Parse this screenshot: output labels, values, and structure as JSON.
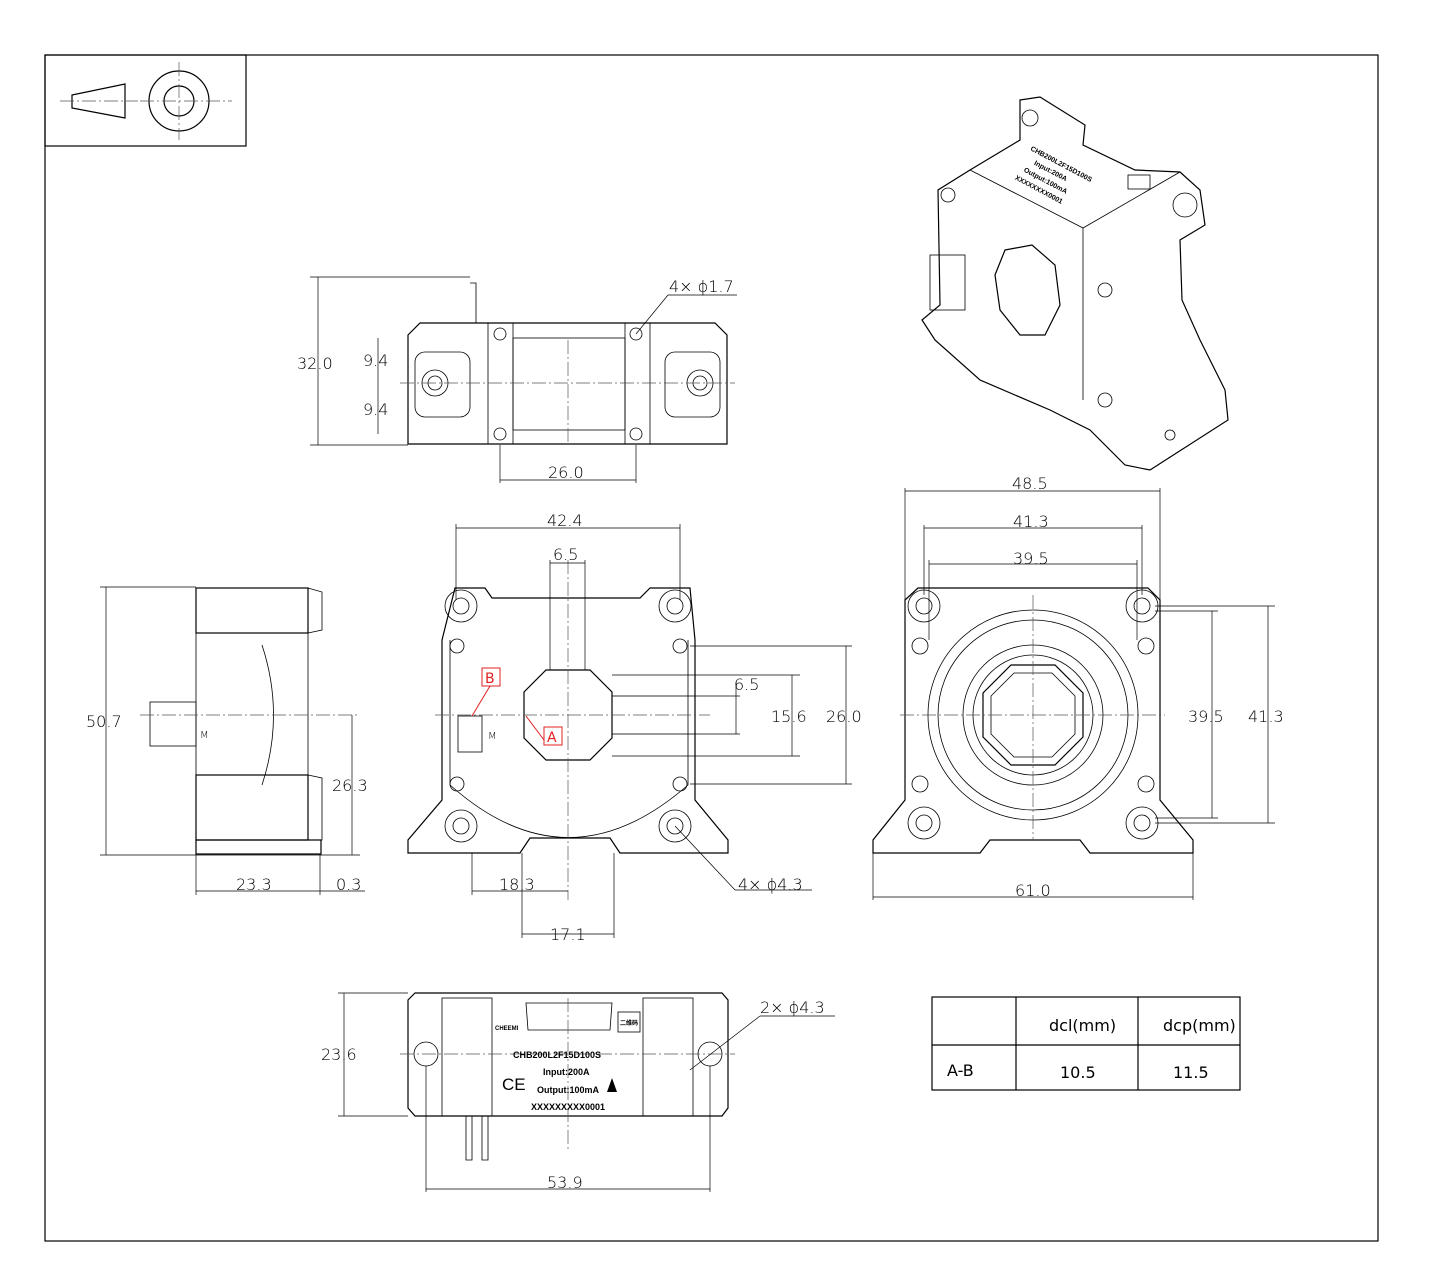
{
  "projection_symbol": "first-angle-projection-symbol",
  "top_view": {
    "holes": "4× ϕ1.7",
    "height": "32.0",
    "pitch_upper": "9.4",
    "pitch_lower": "9.4",
    "width": "26.0"
  },
  "front_view": {
    "width": "42.4",
    "slot_width": "6.5",
    "slot_height": "6.5",
    "inner_height": "15.6",
    "outer_height": "26.0",
    "offset_left": "18.3",
    "base_width": "17.1",
    "holes": "4× ϕ4.3",
    "marker_a": "A",
    "marker_b": "B",
    "pin_label": "M"
  },
  "side_view": {
    "height": "50.7",
    "center_height": "26.3",
    "depth": "23.3",
    "gap": "0.3",
    "pin_label": "M"
  },
  "back_view": {
    "width_outer": "48.5",
    "width_mid": "41.3",
    "width_inner": "39.5",
    "height_inner": "39.5",
    "height_outer": "41.3",
    "base_width": "61.0"
  },
  "bottom_view": {
    "height": "23.6",
    "holes": "2× ϕ4.3",
    "width": "53.9",
    "label": {
      "model": "CHB200L2F15D100S",
      "input": "Input:200A",
      "output": "Output:100mA",
      "serial": "XXXXXXXXX0001",
      "brand": "CHEEMI",
      "qr": "二维码",
      "ce": "CE"
    }
  },
  "iso_label": {
    "model": "CHB200L2F15D100S",
    "input": "Input:200A",
    "output": "Output:100mA",
    "serial": "XXXXXXXX0001"
  },
  "table": {
    "headers": [
      "",
      "dcl(mm)",
      "dcp(mm)"
    ],
    "rows": [
      {
        "name": "A-B",
        "dcl": "10.5",
        "dcp": "11.5"
      }
    ]
  }
}
